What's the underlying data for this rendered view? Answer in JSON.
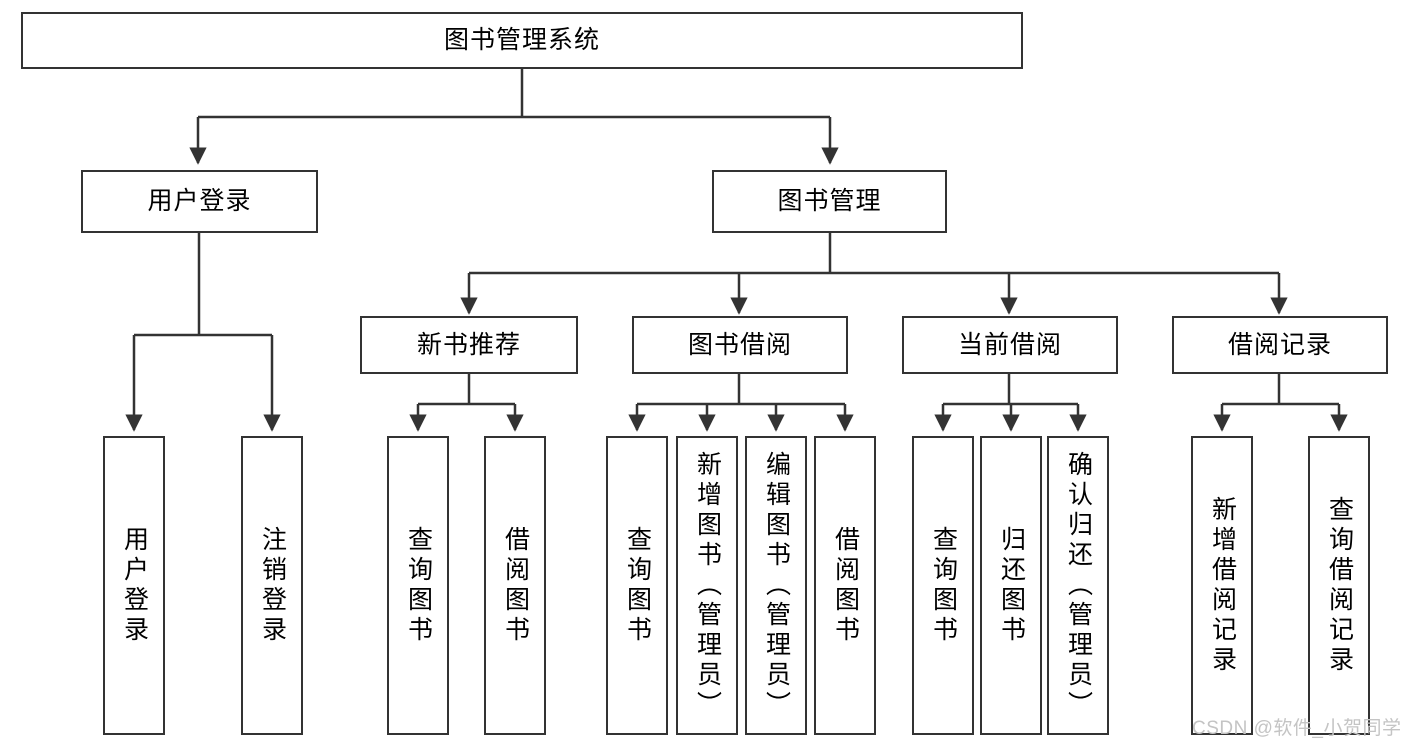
{
  "diagram": {
    "title": "图书管理系统",
    "type": "tree-hierarchy-chart",
    "colors": {
      "node_border": "#333333",
      "node_fill": "#ffffff",
      "edge": "#333333",
      "background": "#ffffff",
      "watermark": "#c4c4c4"
    },
    "root": {
      "id": "root",
      "label": "图书管理系统"
    },
    "level2": [
      {
        "id": "user-login",
        "label": "用户登录"
      },
      {
        "id": "book-manage",
        "label": "图书管理"
      }
    ],
    "level3": [
      {
        "id": "new-book-recommend",
        "label": "新书推荐"
      },
      {
        "id": "book-borrow",
        "label": "图书借阅"
      },
      {
        "id": "current-borrow",
        "label": "当前借阅"
      },
      {
        "id": "borrow-record",
        "label": "借阅记录"
      }
    ],
    "leaves": {
      "user_login": [
        {
          "id": "leaf-user-login",
          "label": "用户登录"
        },
        {
          "id": "leaf-logout",
          "label": "注销登录"
        }
      ],
      "new_book_recommend": [
        {
          "id": "leaf-query-book-1",
          "label": "查询图书"
        },
        {
          "id": "leaf-borrow-book-1",
          "label": "借阅图书"
        }
      ],
      "book_borrow": [
        {
          "id": "leaf-query-book-2",
          "label": "查询图书"
        },
        {
          "id": "leaf-add-book",
          "label": "新增图书（管理员）"
        },
        {
          "id": "leaf-edit-book",
          "label": "编辑图书（管理员）"
        },
        {
          "id": "leaf-borrow-book-2",
          "label": "借阅图书"
        }
      ],
      "current_borrow": [
        {
          "id": "leaf-query-book-3",
          "label": "查询图书"
        },
        {
          "id": "leaf-return-book",
          "label": "归还图书"
        },
        {
          "id": "leaf-confirm-return",
          "label": "确认归还（管理员）"
        }
      ],
      "borrow_record": [
        {
          "id": "leaf-add-record",
          "label": "新增借阅记录"
        },
        {
          "id": "leaf-query-record",
          "label": "查询借阅记录"
        }
      ]
    },
    "watermark": "CSDN @软件_小贺同学"
  }
}
